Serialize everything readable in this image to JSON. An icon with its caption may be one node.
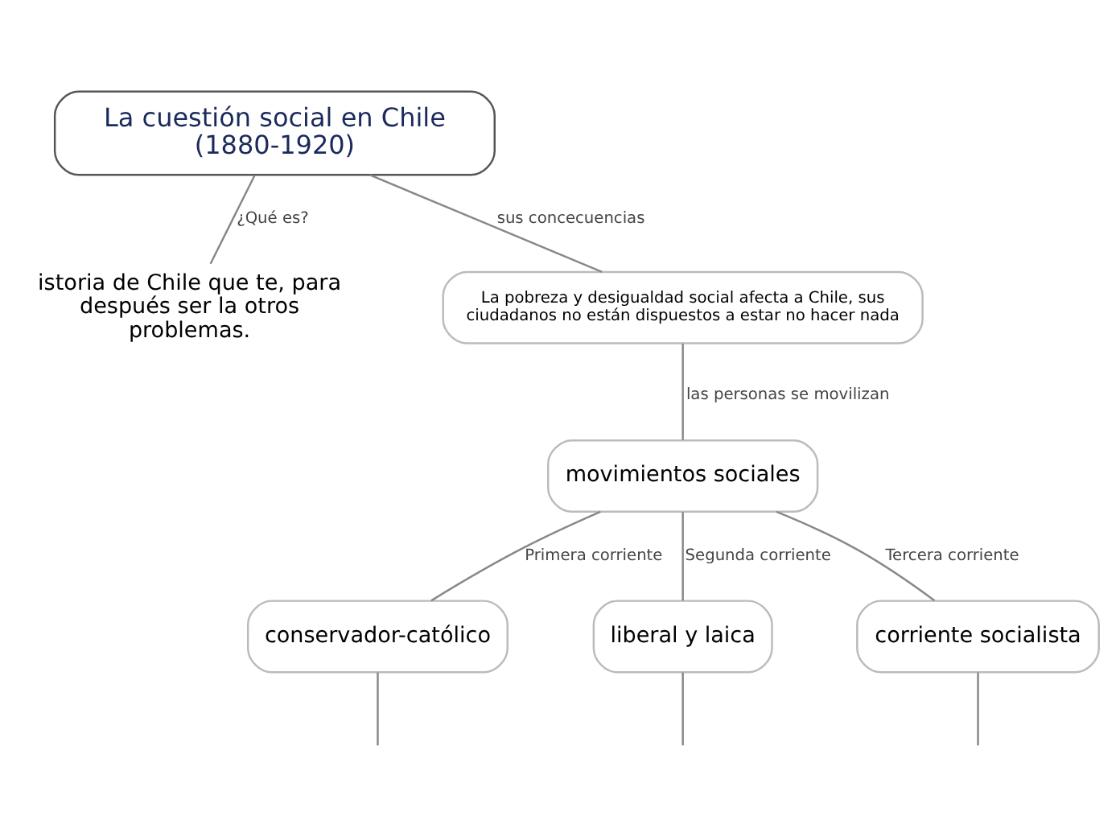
{
  "diagram": {
    "nodes": [
      {
        "text": [
          "La cuestión social en Chile (1880-1920)"
        ]
      },
      {
        "text": [
          "istoria de Chile que te, para después ser la otros problemas."
        ]
      },
      {
        "text": [
          "La pobreza y desigualdad social afecta a Chile, sus ciudadanos no están dispuestos a estar no hacer nada"
        ]
      },
      {
        "text": [
          "movimientos sociales"
        ]
      },
      {
        "text": [
          "conservador-católico"
        ]
      },
      {
        "text": [
          "liberal y laica"
        ]
      },
      {
        "text": [
          "corriente socialista"
        ]
      }
    ],
    "edges": [
      {
        "from": 0,
        "to": 1,
        "arrow": "none",
        "label": "¿Qué es?"
      },
      {
        "from": 0,
        "to": 2,
        "arrow": "none",
        "label": "sus concecuencias"
      },
      {
        "from": 2,
        "to": 3,
        "arrow": "none",
        "label": "las personas se movilizan"
      },
      {
        "from": 3,
        "to": 4,
        "arrow": "none",
        "label": "Primera corriente"
      },
      {
        "from": 3,
        "to": 5,
        "arrow": "none",
        "label": "Segunda corriente"
      },
      {
        "from": 3,
        "to": 6,
        "arrow": "none",
        "label": "Tercera corriente"
      },
      {
        "from": 4,
        "to": null,
        "arrow": "none"
      },
      {
        "from": 5,
        "to": null,
        "arrow": "none"
      },
      {
        "from": 6,
        "to": null,
        "arrow": "none"
      }
    ]
  }
}
